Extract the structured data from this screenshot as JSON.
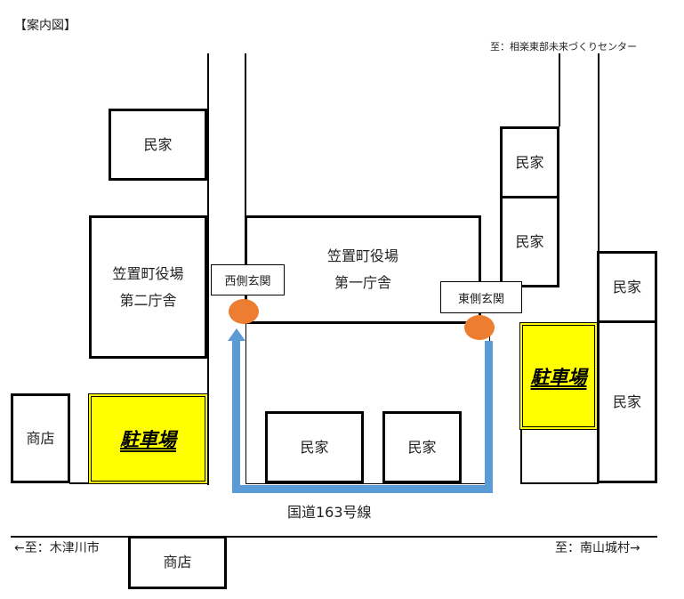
{
  "title": "【案内図】",
  "direction_top": "至：相楽東部未来づくりセンター",
  "direction_left": "←至：木津川市",
  "direction_right": "至：南山城村→",
  "road_label": "国道163号線",
  "buildings": {
    "house": "民家",
    "shop": "商店",
    "main_office_line1": "笠置町役場",
    "main_office_line2": "第一庁舎",
    "second_office_line1": "笠置町役場",
    "second_office_line2": "第二庁舎",
    "parking": "駐車場"
  },
  "entrances": {
    "west": "西側玄関",
    "east": "東側玄関"
  },
  "colors": {
    "parking": "#ffff00",
    "entrance_marker": "#ed7d31",
    "route": "#5b9bd5"
  }
}
